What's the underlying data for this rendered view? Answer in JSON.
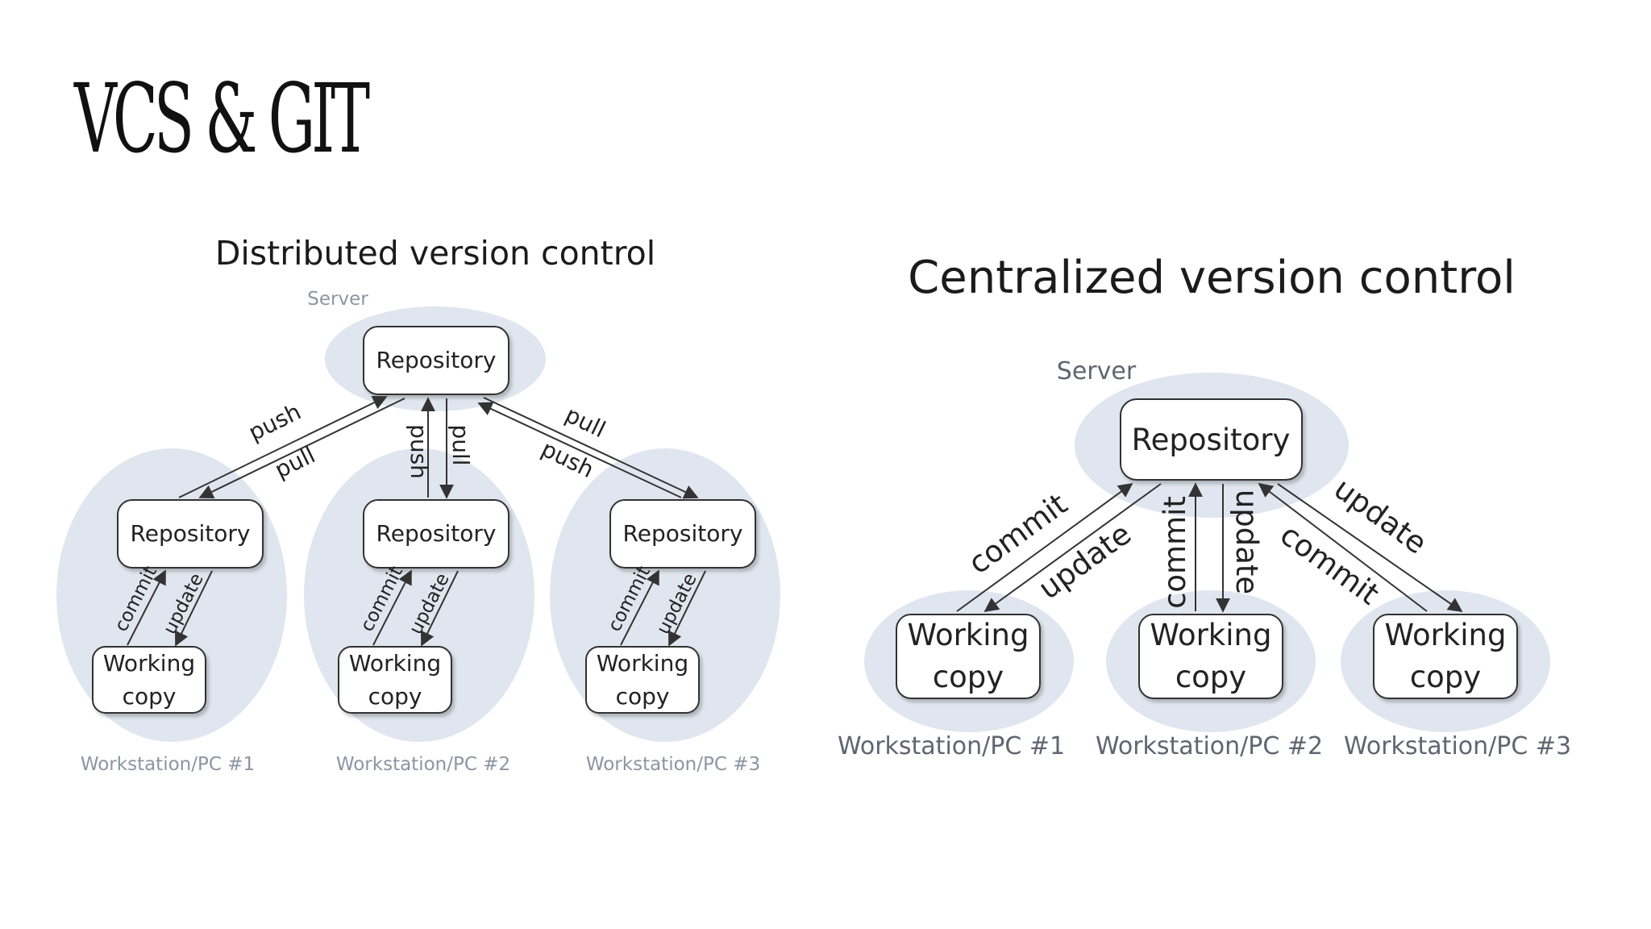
{
  "slide": {
    "title": "VCS & GIT"
  },
  "distributed": {
    "title": "Distributed version control",
    "server_label": "Server",
    "server_repo": "Repository",
    "workstation_repo": "Repository",
    "working_copy": [
      "Working",
      "copy"
    ],
    "push": "push",
    "pull": "pull",
    "commit": "commit",
    "update": "update",
    "workstations": [
      "Workstation/PC #1",
      "Workstation/PC #2",
      "Workstation/PC #3"
    ]
  },
  "centralized": {
    "title": "Centralized version control",
    "server_label": "Server",
    "server_repo": "Repository",
    "working_copy": [
      "Working",
      "copy"
    ],
    "commit": "commit",
    "update": "update",
    "workstations": [
      "Workstation/PC #1",
      "Workstation/PC #2",
      "Workstation/PC #3"
    ]
  },
  "colors": {
    "halo": "#e0e6ef",
    "caption": "#8c95a2",
    "ink": "#333333"
  }
}
